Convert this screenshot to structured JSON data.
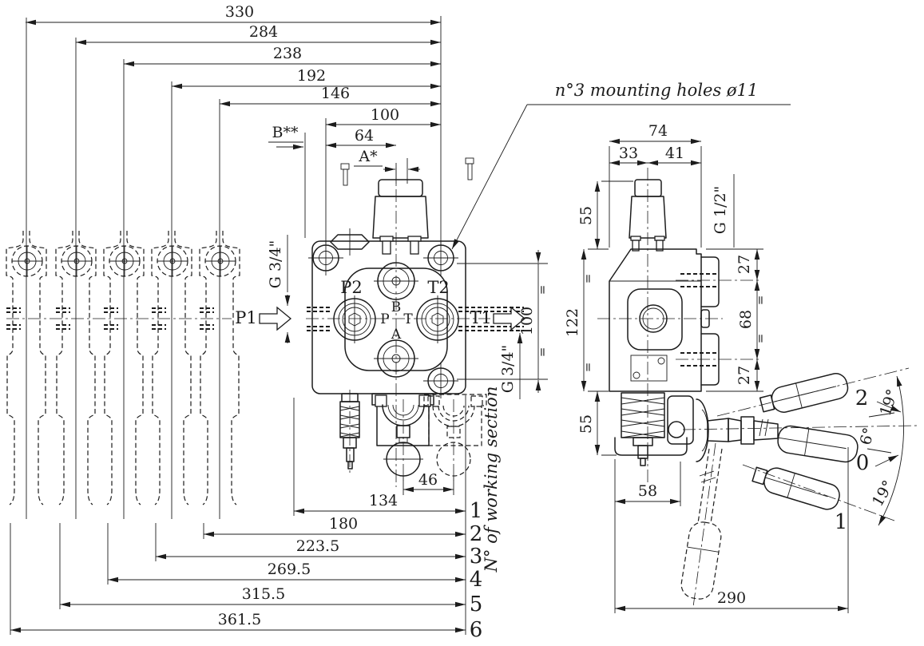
{
  "colors": {
    "ink": "#1c1c1c",
    "background": "#ffffff"
  },
  "annotation": {
    "mounting_holes": "n°3 mounting holes ø11"
  },
  "top_chain": {
    "d330": "330",
    "d284": "284",
    "d238": "238",
    "d192": "192",
    "d146": "146",
    "d100": "100",
    "d64": "64",
    "b_ref": "B**",
    "a_ref": "A*"
  },
  "front_view": {
    "p1": "P1",
    "p2": "P2",
    "t1": "T1",
    "t2": "T2",
    "p": "P",
    "b": "B",
    "t": "T",
    "a": "A",
    "g_left": "G 3/4\"",
    "g_right": "G 3/4\"",
    "height": "100",
    "eq": "="
  },
  "bottom_chain": {
    "d46": "46",
    "rows": [
      {
        "dim": "134",
        "n": "1"
      },
      {
        "dim": "180",
        "n": "2"
      },
      {
        "dim": "223.5",
        "n": "3"
      },
      {
        "dim": "269.5",
        "n": "4"
      },
      {
        "dim": "315.5",
        "n": "5"
      },
      {
        "dim": "361.5",
        "n": "6"
      }
    ],
    "axis_label": "N° of working section"
  },
  "side_view": {
    "d74": "74",
    "d33": "33",
    "d41": "41",
    "d55_top": "55",
    "d122": "122",
    "d55_bottom": "55",
    "d58": "58",
    "d290": "290",
    "g_top": "G 1/2\"",
    "d27_top": "27",
    "d68": "68",
    "d27_bottom": "27",
    "eq": "=",
    "pos_up": "2",
    "pos_mid": "0",
    "pos_down": "1",
    "ang_up": "19°",
    "ang_mid": "6°",
    "ang_down": "19°"
  }
}
